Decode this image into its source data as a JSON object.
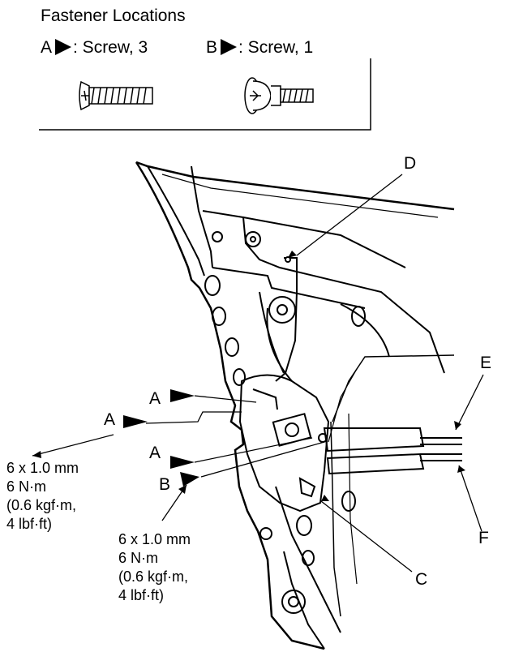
{
  "legend": {
    "title": "Fastener Locations",
    "a_letter": "A",
    "a_text": ": Screw, 3",
    "b_letter": "B",
    "b_text": ": Screw, 1"
  },
  "callouts": {
    "a1": "A",
    "a2": "A",
    "a3": "A",
    "b": "B",
    "c": "C",
    "d": "D",
    "e": "E",
    "f": "F"
  },
  "specs": {
    "a": "6 x 1.0 mm\n6 N·m\n(0.6 kgf·m,\n4 lbf·ft)",
    "b": "6 x 1.0 mm\n6 N·m\n(0.6 kgf·m,\n4 lbf·ft)"
  }
}
